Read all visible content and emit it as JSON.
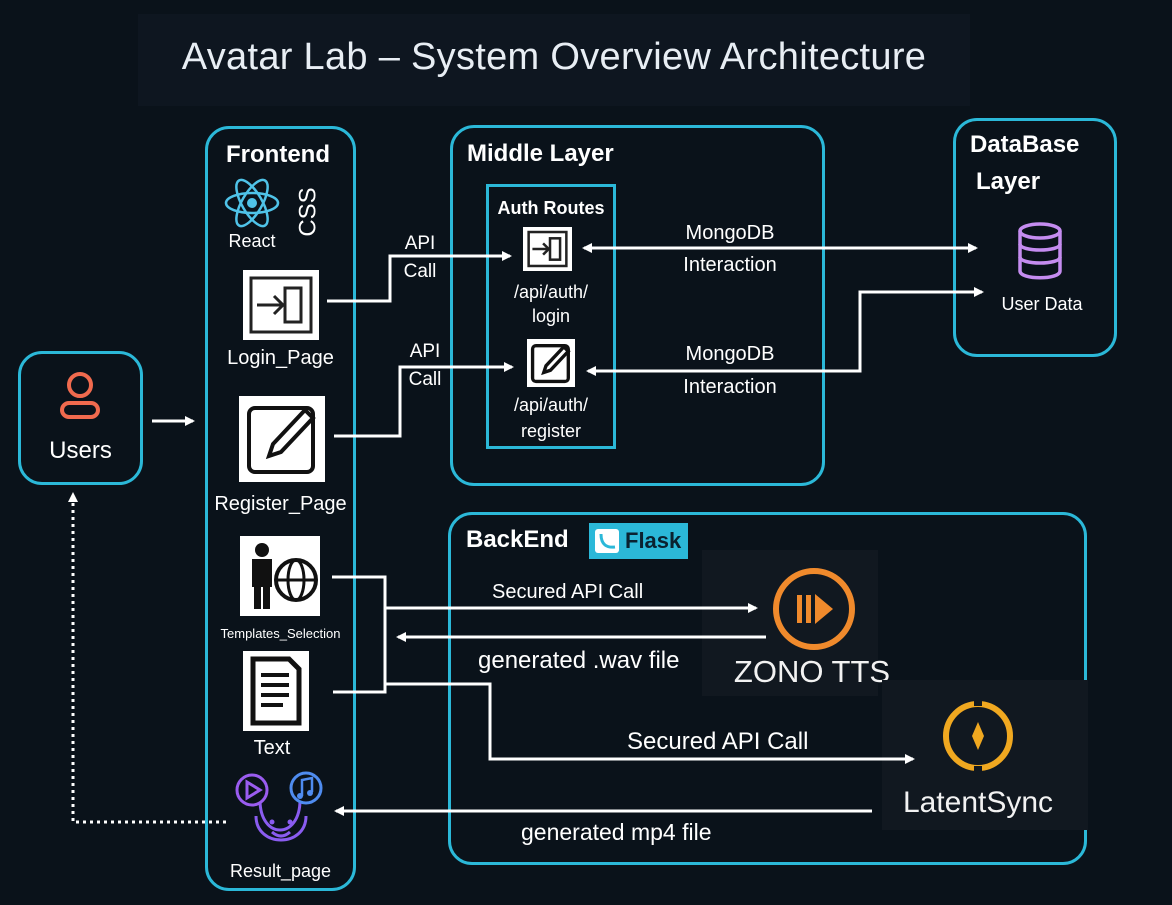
{
  "title": "Avatar Lab – System Overview Architecture",
  "users": {
    "label": "Users"
  },
  "frontend": {
    "header": "Frontend",
    "react_label": "React",
    "css_label": "CSS",
    "pages": [
      {
        "label": "Login_Page",
        "icon": "login-icon"
      },
      {
        "label": "Register_Page",
        "icon": "edit-icon"
      },
      {
        "label": "Templates_Selection",
        "icon": "person-globe-icon"
      },
      {
        "label": "Text",
        "icon": "document-icon"
      },
      {
        "label": "Result_page",
        "icon": "avatar-media-icon"
      }
    ]
  },
  "middle": {
    "header": "Middle Layer",
    "auth_header": "Auth Routes",
    "login_route": [
      "/api/auth/",
      "login"
    ],
    "register_route": [
      "/api/auth/",
      "register"
    ]
  },
  "database": {
    "header_line1": "DataBase",
    "header_line2": "Layer",
    "store_label": "User Data"
  },
  "backend": {
    "header": "BackEnd",
    "flask_label": "Flask",
    "tts_label": "ZONO TTS",
    "sync_label": "LatentSync"
  },
  "edges": {
    "api_call_1": [
      "API",
      "Call"
    ],
    "api_call_2": [
      "API",
      "Call"
    ],
    "mongo_1": [
      "MongoDB",
      "Interaction"
    ],
    "mongo_2": [
      "MongoDB",
      "Interaction"
    ],
    "secured_tts": "Secured API Call",
    "wav_return": "generated .wav file",
    "secured_sync": "Secured API Call",
    "mp4_return": "generated mp4 file"
  },
  "colors": {
    "accent": "#2bb8d8",
    "users_icon": "#f06a4e",
    "react": "#4fc3e8",
    "database_icon": "#c58cf0",
    "tts": "#f08a2c",
    "sync": "#f0a820",
    "result_icon": "#8a5cf0",
    "flask_bg": "#2bb8d8"
  }
}
